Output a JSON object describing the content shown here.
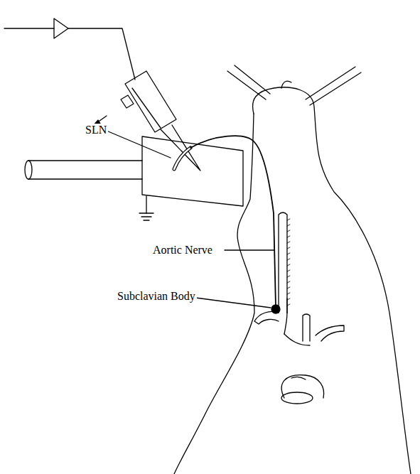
{
  "diagram": {
    "labels": [
      "SLN",
      "Aortic Nerve",
      "Subclavian Body"
    ]
  }
}
